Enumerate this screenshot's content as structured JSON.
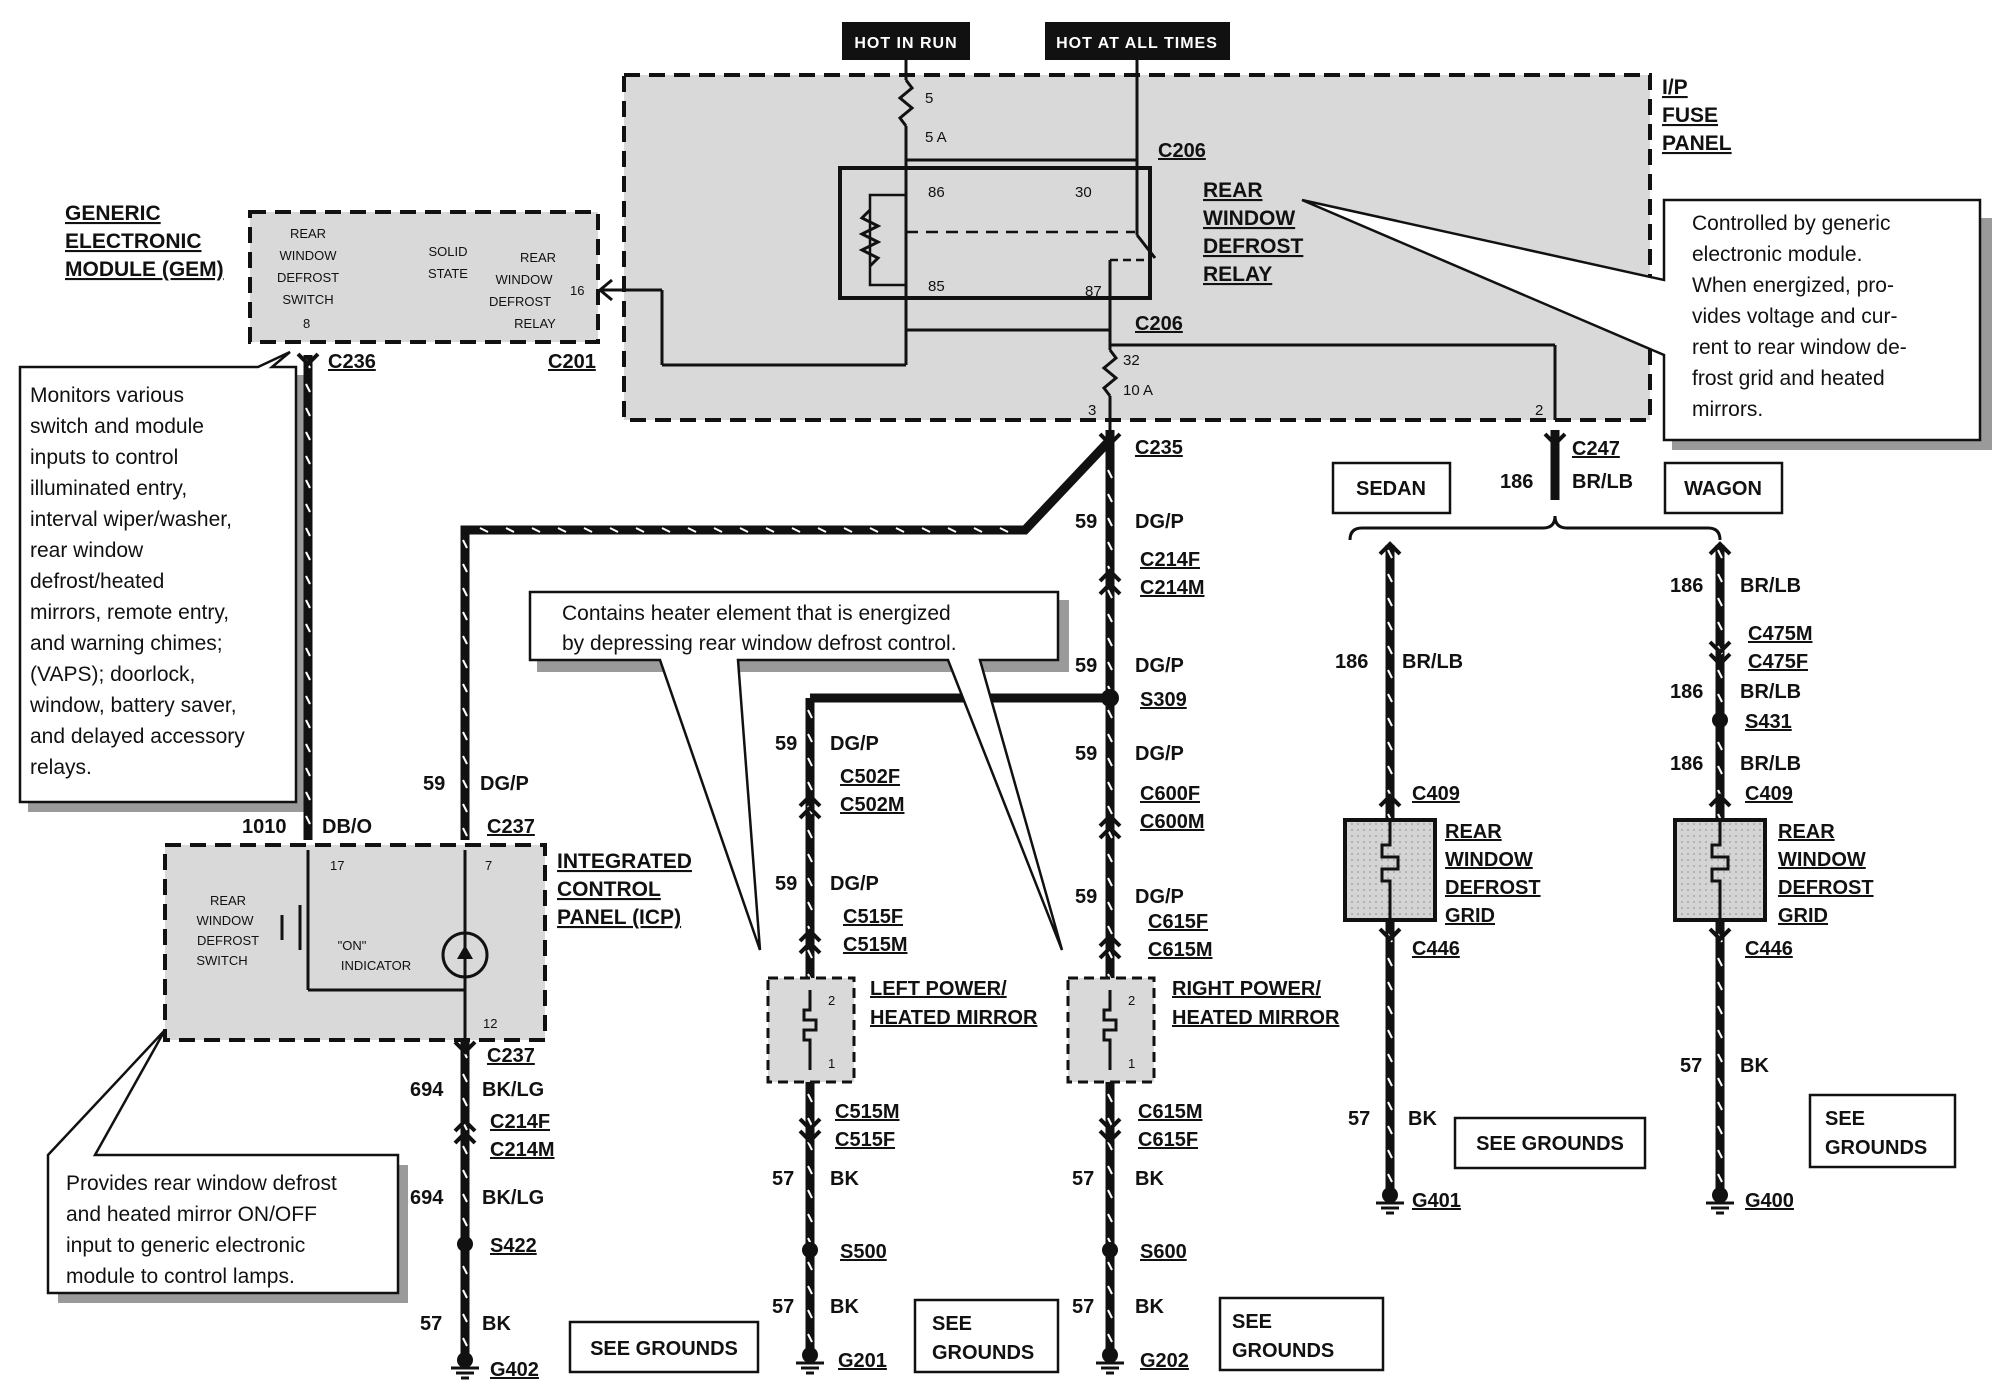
{
  "headers": {
    "hot_in_run": "HOT IN RUN",
    "hot_at_all_times": "HOT AT ALL TIMES"
  },
  "fuse_panel": {
    "title_line1": "I/P",
    "title_line2": "FUSE",
    "title_line3": "PANEL",
    "fuse5_num": "5",
    "fuse5_amp": "5 A",
    "fuse32_num": "32",
    "fuse32_amp": "10 A",
    "pin3": "3",
    "pin2": "2",
    "connector_top": "C206",
    "connector_bottom": "C206",
    "relay_pin86": "86",
    "relay_pin30": "30",
    "relay_pin85": "85",
    "relay_pin87": "87",
    "relay_line1": "REAR",
    "relay_line2": "WINDOW",
    "relay_line3": "DEFROST",
    "relay_line4": "RELAY"
  },
  "gem": {
    "title_line1": "GENERIC",
    "title_line2": "ELECTRONIC",
    "title_line3": "MODULE (GEM)",
    "switch_line1": "REAR",
    "switch_line2": "WINDOW",
    "switch_line3": "DEFROST",
    "switch_line4": "SWITCH",
    "pin8": "8",
    "solid_line1": "SOLID",
    "solid_line2": "STATE",
    "relay_line1": "REAR",
    "relay_line2": "WINDOW",
    "relay_line3": "DEFROST",
    "relay_line4": "RELAY",
    "pin16": "16",
    "c236": "C236",
    "c201": "C201"
  },
  "notes": {
    "gem_lines": [
      "Monitors various",
      "switch and module",
      "inputs to control",
      "illuminated entry,",
      "interval wiper/washer,",
      "rear window",
      "defrost/heated",
      "mirrors, remote entry,",
      "and warning chimes;",
      "(VAPS); doorlock,",
      "window, battery saver,",
      "and delayed accessory",
      "relays."
    ],
    "relay_lines": [
      "Controlled by generic",
      "electronic module.",
      "When energized, pro-",
      "vides  voltage and cur-",
      "rent to rear window de-",
      "frost grid and heated",
      "mirrors."
    ],
    "mirror_lines": [
      "Contains heater element that is energized",
      "by depressing rear window defrost control."
    ],
    "icp_lines": [
      "Provides rear window defrost",
      "and heated mirror ON/OFF",
      "input to generic electronic",
      "module to control lamps."
    ]
  },
  "icp": {
    "title_line1": "INTEGRATED",
    "title_line2": "CONTROL",
    "title_line3": "PANEL (ICP)",
    "switch_line1": "REAR",
    "switch_line2": "WINDOW",
    "switch_line3": "DEFROST",
    "switch_line4": "SWITCH",
    "on_line1": "\"ON\"",
    "on_line2": "INDICATOR",
    "pin17": "17",
    "pin7": "7",
    "pin12": "12",
    "c237_top": "C237",
    "c237_bottom": "C237"
  },
  "wires": {
    "w1010": "1010",
    "db_o": "DB/O",
    "w59_icp": "59",
    "dgp_icp": "DG/P",
    "w694_a": "694",
    "bklg_a": "BK/LG",
    "c214f_icp": "C214F",
    "c214m_icp": "C214M",
    "w694_b": "694",
    "bklg_b": "BK/LG",
    "s422": "S422",
    "w57_icp": "57",
    "bk_icp": "BK",
    "g402": "G402",
    "see_grounds_icp": "SEE GROUNDS"
  },
  "main_feed": {
    "c235": "C235",
    "w59_a": "59",
    "dgp_a": "DG/P",
    "c214f": "C214F",
    "c214m": "C214M",
    "w59_b": "59",
    "dgp_b": "DG/P",
    "s309": "S309"
  },
  "left_mirror": {
    "w59_a": "59",
    "dgp_a": "DG/P",
    "c502f": "C502F",
    "c502m": "C502M",
    "w59_b": "59",
    "dgp_b": "DG/P",
    "c515f": "C515F",
    "c515m": "C515M",
    "pin2": "2",
    "pin1": "1",
    "title_line1": "LEFT POWER/",
    "title_line2": "HEATED MIRROR",
    "c515m_b": "C515M",
    "c515f_b": "C515F",
    "w57_a": "57",
    "bk_a": "BK",
    "s500": "S500",
    "w57_b": "57",
    "bk_b": "BK",
    "g201": "G201",
    "see_line1": "SEE",
    "see_line2": "GROUNDS"
  },
  "right_mirror": {
    "w59_a": "59",
    "dgp_a": "DG/P",
    "c600f": "C600F",
    "c600m": "C600M",
    "w59_b": "59",
    "dgp_b": "DG/P",
    "c615f": "C615F",
    "c615m": "C615M",
    "pin2": "2",
    "pin1": "1",
    "title_line1": "RIGHT POWER/",
    "title_line2": "HEATED MIRROR",
    "c615m_b": "C615M",
    "c615f_b": "C615F",
    "w57_a": "57",
    "bk_a": "BK",
    "s600": "S600",
    "w57_b": "57",
    "bk_b": "BK",
    "g202": "G202",
    "see_line1": "SEE",
    "see_line2": "GROUNDS"
  },
  "grid_feed": {
    "c247": "C247",
    "w186": "186",
    "brlb": "BR/LB",
    "sedan": "SEDAN",
    "wagon": "WAGON"
  },
  "sedan": {
    "w186": "186",
    "brlb": "BR/LB",
    "c409": "C409",
    "grid_line1": "REAR",
    "grid_line2": "WINDOW",
    "grid_line3": "DEFROST",
    "grid_line4": "GRID",
    "c446": "C446",
    "w57": "57",
    "bk": "BK",
    "see_grounds": "SEE GROUNDS",
    "g401": "G401"
  },
  "wagon": {
    "w186_a": "186",
    "brlb_a": "BR/LB",
    "c475m": "C475M",
    "c475f": "C475F",
    "w186_b": "186",
    "brlb_b": "BR/LB",
    "s431": "S431",
    "w186_c": "186",
    "brlb_c": "BR/LB",
    "c409": "C409",
    "grid_line1": "REAR",
    "grid_line2": "WINDOW",
    "grid_line3": "DEFROST",
    "grid_line4": "GRID",
    "c446": "C446",
    "w57": "57",
    "bk": "BK",
    "see_line1": "SEE",
    "see_line2": "GROUNDS",
    "g400": "G400"
  }
}
